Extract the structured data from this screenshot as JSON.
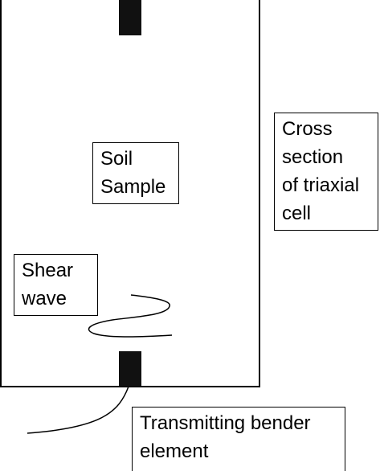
{
  "labels": {
    "soil_sample": "Soil\nSample",
    "shear_wave": "Shear\nwave",
    "cross_section": "Cross\nsection\nof triaxial\ncell",
    "transmitting_bender": "Transmitting bender\nelement"
  },
  "colors": {
    "stroke": "#000000",
    "background": "#ffffff"
  }
}
